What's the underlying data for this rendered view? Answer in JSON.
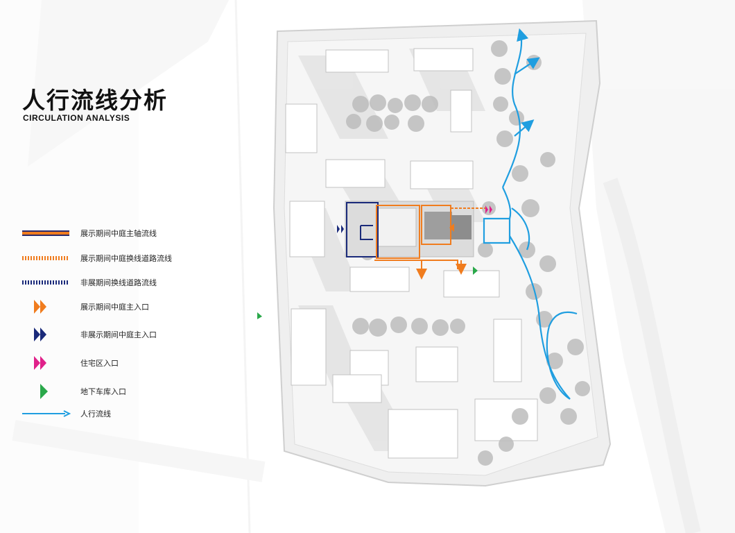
{
  "title": {
    "zh": "人行流线分析",
    "en": "CIRCULATION ANALYSIS"
  },
  "legend": [
    {
      "id": "main-axis",
      "label": "展示期间中庭主轴流线",
      "color": "#f07c1e",
      "secondary_color": "#2c2a6b",
      "style": "thick-line"
    },
    {
      "id": "transfer-road",
      "label": "展示期间中庭换线道路流线",
      "color": "#f07c1e",
      "style": "dashed-line"
    },
    {
      "id": "non-display-road",
      "label": "非展期间换线道路流线",
      "color": "#1a2a7a",
      "style": "dashed-line"
    },
    {
      "id": "display-entrance",
      "label": "展示期间中庭主入口",
      "color": "#f07c1e",
      "style": "double-arrow"
    },
    {
      "id": "non-display-entrance",
      "label": "非展示期间中庭主入口",
      "color": "#1a2a7a",
      "style": "double-arrow"
    },
    {
      "id": "residential-entrance",
      "label": "住宅区入口",
      "color": "#e0218a",
      "style": "double-arrow"
    },
    {
      "id": "garage-entrance",
      "label": "地下车库入口",
      "color": "#2aa84a",
      "style": "triangle"
    },
    {
      "id": "pedestrian-flow",
      "label": "人行流线",
      "color": "#1f9ee0",
      "style": "arrow-line"
    }
  ],
  "colors": {
    "background": "#ffffff",
    "title": "#111111",
    "pedestrian": "#1f9ee0",
    "display": "#f07c1e",
    "non_display": "#1a2a7a"
  }
}
